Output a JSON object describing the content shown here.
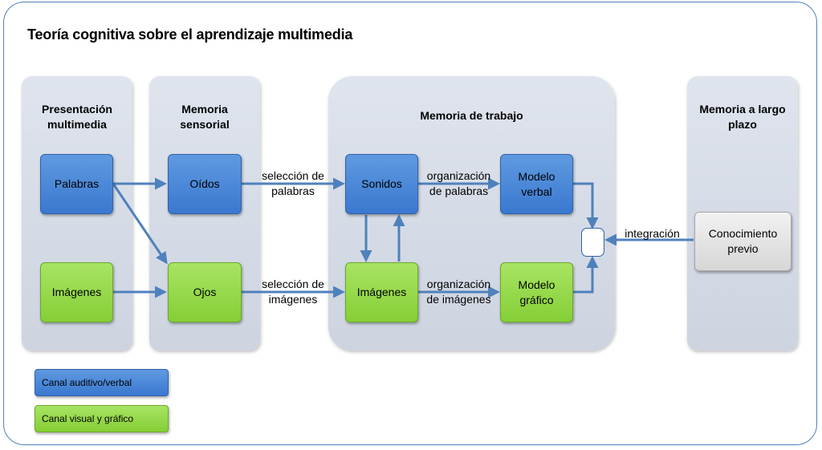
{
  "title": "Teoría cognitiva sobre el aprendizaje multimedia",
  "panels": {
    "presentation": "Presentación\nmultimedia",
    "sensory": "Memoria\nsensorial",
    "working": "Memoria de trabajo",
    "longterm": "Memoria a largo\nplazo"
  },
  "nodes": {
    "palabras": "Palabras",
    "imagenes_in": "Imágenes",
    "oidos": "Oídos",
    "ojos": "Ojos",
    "sonidos": "Sonidos",
    "imagenes_wm": "Imágenes",
    "modelo_verbal": "Modelo\nverbal",
    "modelo_grafico": "Modelo\ngráfico",
    "conocimiento": "Conocimiento\nprevio"
  },
  "edges": {
    "sel_palabras": "selección de\npalabras",
    "sel_imagenes": "selección de\nimágenes",
    "org_palabras": "organización\nde palabras",
    "org_imagenes": "organización\nde imágenes",
    "integracion": "integración"
  },
  "legend": {
    "auditory": "Canal auditivo/verbal",
    "visual": "Canal visual y gráfico"
  },
  "colors": {
    "auditory_channel": "#4a86d8",
    "visual_channel": "#92d050",
    "arrow": "#4f81bd",
    "panel": "#d6dce7",
    "frame": "#4f81bd"
  }
}
